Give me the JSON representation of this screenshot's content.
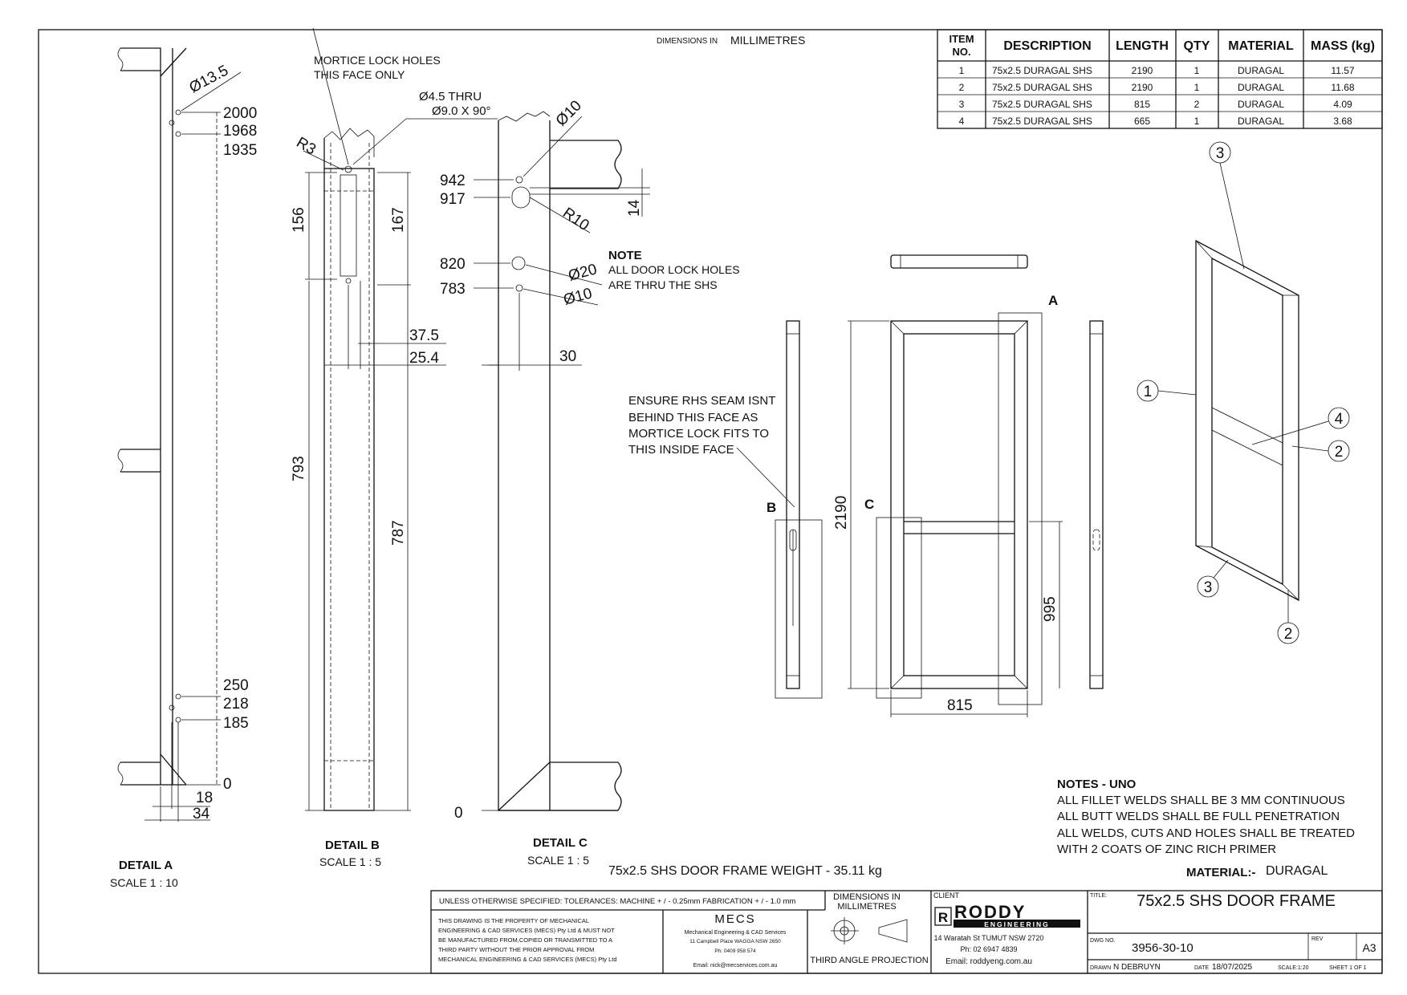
{
  "header": {
    "dimensions_prefix": "DIMENSIONS IN",
    "dimensions_unit": "MILLIMETRES"
  },
  "bom": {
    "headers": [
      "ITEM NO.",
      "DESCRIPTION",
      "LENGTH",
      "QTY",
      "MATERIAL",
      "MASS (kg)"
    ],
    "rows": [
      [
        "1",
        "75x2.5 DURAGAL SHS",
        "2190",
        "1",
        "DURAGAL",
        "11.57"
      ],
      [
        "2",
        "75x2.5 DURAGAL SHS",
        "2190",
        "1",
        "DURAGAL",
        "11.68"
      ],
      [
        "3",
        "75x2.5 DURAGAL SHS",
        "815",
        "2",
        "DURAGAL",
        "4.09"
      ],
      [
        "4",
        "75x2.5 DURAGAL SHS",
        "665",
        "1",
        "DURAGAL",
        "3.68"
      ]
    ]
  },
  "detail_a": {
    "title": "DETAIL A",
    "scale": "SCALE 1 : 10",
    "dia": "Ø13.5",
    "dims_top": [
      "2000",
      "1968",
      "1935"
    ],
    "dims_bottom": [
      "250",
      "218",
      "185",
      "0"
    ],
    "dims_horiz": [
      "18",
      "34"
    ]
  },
  "detail_b": {
    "title": "DETAIL B",
    "scale": "SCALE 1 : 5",
    "note1": "MORTICE LOCK  HOLES",
    "note2": "THIS FACE ONLY",
    "hole1": "Ø4.5 THRU",
    "hole2": "Ø9.0 X 90°",
    "radius": "R3",
    "dims": [
      "156",
      "167",
      "793",
      "787",
      "37.5",
      "25.4"
    ]
  },
  "detail_c": {
    "title": "DETAIL C",
    "scale": "SCALE 1 : 5",
    "dia10": "Ø10",
    "dia20": "Ø20",
    "dia10b": "Ø10",
    "radius": "R10",
    "dims": [
      "942",
      "917",
      "14",
      "820",
      "783",
      "30",
      "0"
    ],
    "note_title": "NOTE",
    "note_l1": "ALL DOOR LOCK HOLES",
    "note_l2": "ARE THRU THE SHS"
  },
  "frame_view": {
    "seam_note": [
      "ENSURE RHS SEAM ISNT",
      "BEHIND THIS FACE AS",
      "MORTICE LOCK FITS TO",
      "THIS INSIDE FACE"
    ],
    "labels": [
      "A",
      "B",
      "C"
    ],
    "dims": [
      "2190",
      "995",
      "815"
    ]
  },
  "iso": {
    "balloons": [
      "3",
      "1",
      "4",
      "2",
      "3",
      "2"
    ]
  },
  "weight_note": "75x2.5 SHS DOOR FRAME WEIGHT -  35.11 kg",
  "notes_uno": {
    "title": "NOTES - UNO",
    "lines": [
      "ALL FILLET WELDS SHALL BE 3 MM CONTINUOUS",
      "ALL BUTT WELDS SHALL BE FULL PENETRATION",
      "ALL WELDS, CUTS AND HOLES SHALL BE TREATED",
      "WITH 2 COATS OF ZINC RICH PRIMER"
    ]
  },
  "material": {
    "label": "MATERIAL:-",
    "value": "DURAGAL"
  },
  "title_block": {
    "tolerances": "UNLESS OTHERWISE SPECIFIED: TOLERANCES: MACHINE + / - 0.25mm  FABRICATION + / - 1.0 mm",
    "dims_in_1": "DIMENSIONS IN",
    "dims_in_2": "MILLIMETRES",
    "client_label": "CLIENT",
    "title_label": "TITLE:",
    "title": "75x2.5 SHS DOOR FRAME",
    "property": [
      "THIS DRAWING IS THE PROPERTY OF MECHANICAL",
      "ENGINEERING & CAD SERVICES (MECS) Pty Ltd & MUST NOT",
      "BE MANUFACTURED FROM,COPIED OR TRANSMITTED TO A",
      "THIRD PARTY WITHOUT THE PRIOR APPROVAL FROM",
      "MECHANICAL ENGINEERING & CAD SERVICES (MECS) Pty Ltd"
    ],
    "mecs": {
      "logo": "MECS",
      "name": "Mechanical Engineering & CAD Services",
      "addr": "11 Campbell Place WAGGA NSW 2650",
      "phone": "Ph: 0409 958 574",
      "email": "Email: nick@mecservices.com.au"
    },
    "projection": "THIRD ANGLE PROJECTION",
    "client": {
      "logo_letter": "R",
      "logo_name": "RODDY",
      "logo_sub": "ENGINEERING",
      "addr": "14 Waratah St TUMUT NSW 2720",
      "phone": "Ph: 02 6947 4839",
      "email": "Email: roddyeng.com.au"
    },
    "dwg_label": "DWG NO.",
    "dwg_no": "3956-30-10",
    "rev_label": "REV",
    "size": "A3",
    "drawn_label": "DRAWN",
    "drawn": "N DEBRUYN",
    "date_label": "DATE",
    "date": "18/07/2025",
    "scale": "SCALE:1:20",
    "sheet": "SHEET 1 OF 1"
  }
}
